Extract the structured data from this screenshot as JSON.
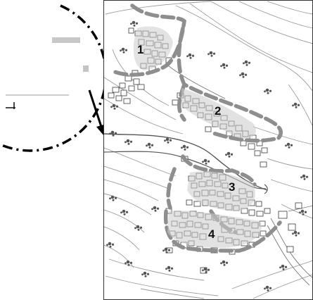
{
  "zones": [
    {
      "label": "1"
    },
    {
      "label": "2"
    },
    {
      "label": "3"
    },
    {
      "label": "4"
    }
  ],
  "colors": {
    "background": "#ffffff",
    "ink": "#111111",
    "contour": "#9a9a9a",
    "zone_outline": "#8e8e8e",
    "callout": "#000000"
  },
  "icons": [
    "tree-icon"
  ]
}
